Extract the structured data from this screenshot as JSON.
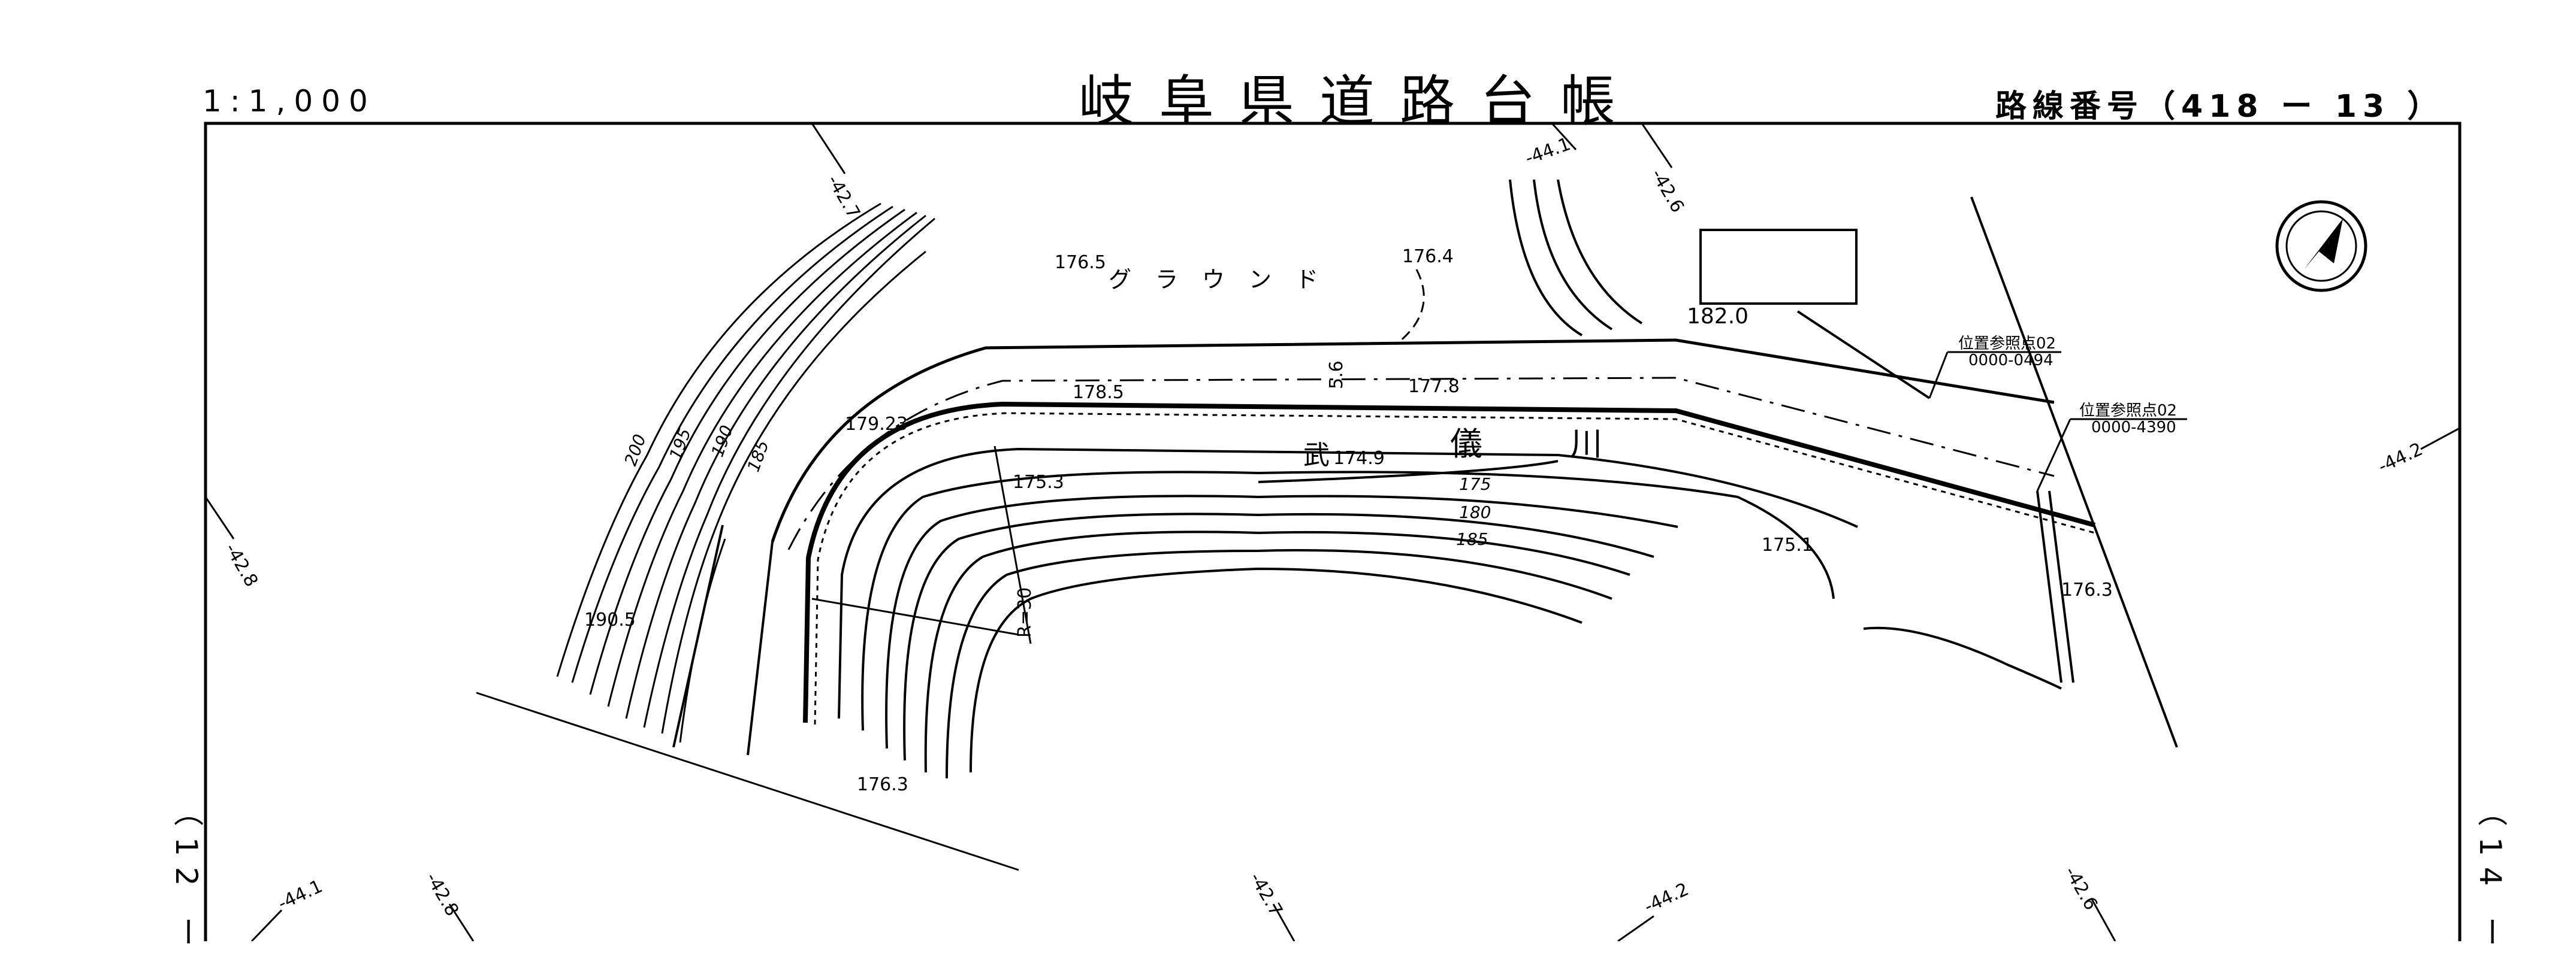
{
  "header": {
    "title": "岐阜県道路台帳",
    "scale": "1:1,000",
    "route_number": "路線番号（418 ー 13 ）"
  },
  "adjacent_sheets": {
    "left": "（12 ー",
    "right": "（14 ー"
  },
  "grid_labels": {
    "top": [
      "-42.7",
      "-44.1",
      "-42.6"
    ],
    "left": "-42.8",
    "right": "-44.2",
    "bottom": [
      "-44.1",
      "-42.8",
      "-42.7",
      "-44.2",
      "-42.6"
    ]
  },
  "place_labels": {
    "ground": "グラウンド",
    "river_1": "武",
    "river_2": "儀",
    "river_3": "川"
  },
  "elevations": {
    "e1": "176.5",
    "e2": "176.4",
    "e3": "178.5",
    "e4": "177.8",
    "e5": "179.23",
    "e6": "174.9",
    "e7": "175.3",
    "e8": "175.1",
    "e9": "176.3",
    "e10": "176.3",
    "e11": "190.5",
    "e12": "182.0"
  },
  "contour_labels": [
    "200",
    "195",
    "190",
    "185",
    "175",
    "180",
    "185"
  ],
  "dimensions": {
    "width_56": "5.6",
    "radius": "R=30"
  },
  "reference_points": [
    {
      "label": "位置参照点02",
      "code": "0000-0494"
    },
    {
      "label": "位置参照点02",
      "code": "0000-4390"
    }
  ],
  "north_arrow": "north-arrow"
}
